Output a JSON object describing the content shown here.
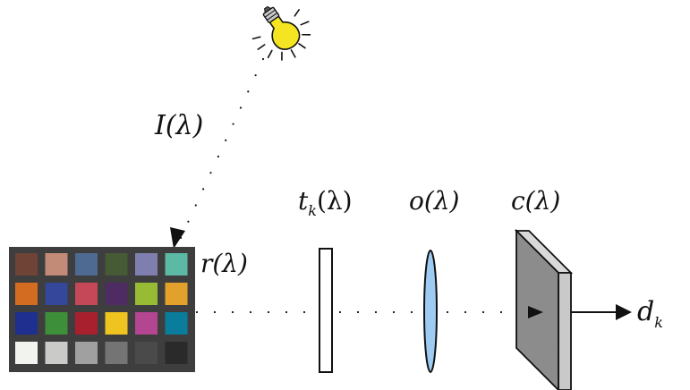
{
  "labels": {
    "illumination": "I(λ)",
    "reflectance": "r(λ)",
    "filter": "t",
    "filter_subscript": "k",
    "filter_suffix": "(λ)",
    "optics": "o(λ)",
    "camera": "c(λ)",
    "output": "d",
    "output_subscript": "k"
  },
  "color_chart": {
    "rows": [
      [
        "#6f4436",
        "#c18b78",
        "#4e6a93",
        "#465a35",
        "#7e7fae",
        "#5bb9a4"
      ],
      [
        "#d36b20",
        "#35479b",
        "#c44858",
        "#4e2b63",
        "#97bb34",
        "#e2a12b"
      ],
      [
        "#1f2f8f",
        "#3e8f3a",
        "#a81f2e",
        "#efc421",
        "#b44591",
        "#0a7d9c"
      ],
      [
        "#f2f2ee",
        "#cacac9",
        "#a0a0a0",
        "#747474",
        "#4a4a4a",
        "#2a2a2a"
      ]
    ]
  },
  "colors": {
    "bulb": "#f4e421",
    "lens": "#9dcbf2",
    "sensor_face": "#8c8c8c",
    "sensor_edge": "#c9c9c9",
    "chart_frame": "#3e3e3e",
    "ink": "#111111"
  },
  "icons": {
    "light_source": "lightbulb-icon"
  }
}
